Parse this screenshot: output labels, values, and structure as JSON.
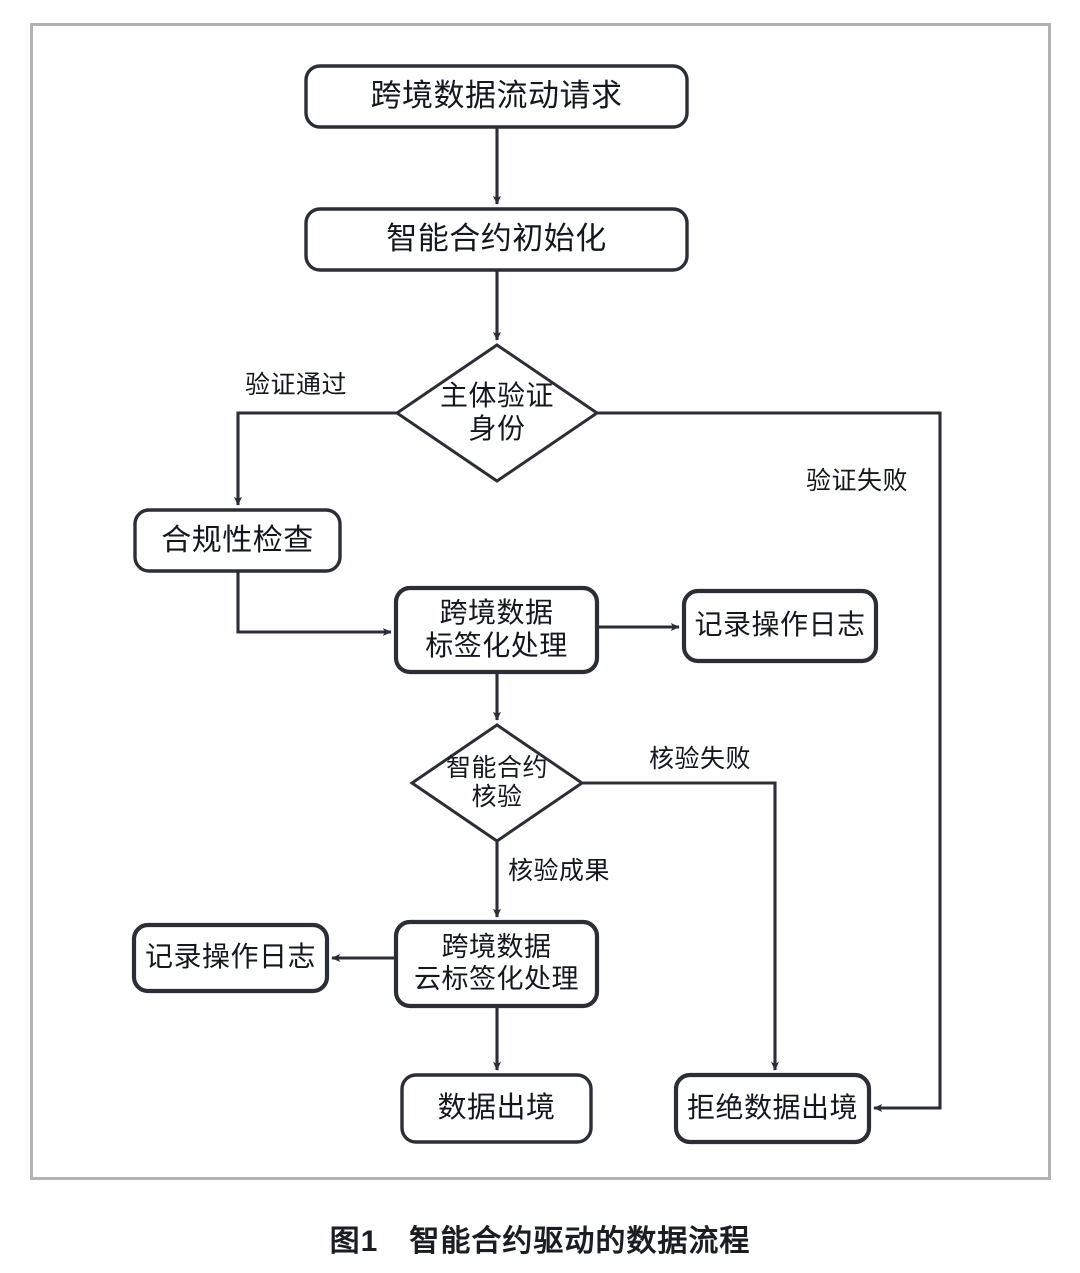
{
  "figure": {
    "caption": "图1　智能合约驱动的数据流程",
    "frame_color": "#b0b2b5",
    "stroke_color": "#2b2f35",
    "text_color": "#14171c",
    "background": "#ffffff"
  },
  "nodes": {
    "request": {
      "label": "跨境数据流动请求",
      "shape": "rounded-rect"
    },
    "contract_init": {
      "label": "智能合约初始化",
      "shape": "rounded-rect"
    },
    "identity_check": {
      "label": "主体验证\n身份",
      "shape": "diamond"
    },
    "compliance_check": {
      "label": "合规性检查",
      "shape": "rounded-rect"
    },
    "tagging": {
      "label": "跨境数据\n标签化处理",
      "shape": "rounded-rect"
    },
    "log_top": {
      "label": "记录操作日志",
      "shape": "rounded-rect"
    },
    "contract_verify": {
      "label": "智能合约\n核验",
      "shape": "diamond"
    },
    "cloud_tagging": {
      "label": "跨境数据\n云标签化处理",
      "shape": "rounded-rect"
    },
    "log_bottom": {
      "label": "记录操作日志",
      "shape": "rounded-rect"
    },
    "data_export": {
      "label": "数据出境",
      "shape": "rounded-rect"
    },
    "data_reject": {
      "label": "拒绝数据出境",
      "shape": "rounded-rect"
    }
  },
  "edge_labels": {
    "verify_pass": "验证通过",
    "verify_fail": "验证失败",
    "check_fail": "核验失败",
    "check_success": "核验成果"
  },
  "chart_data": {
    "type": "diagram",
    "title": "图1　智能合约驱动的数据流程",
    "nodes": [
      {
        "id": "request",
        "text": "跨境数据流动请求",
        "type": "process"
      },
      {
        "id": "contract_init",
        "text": "智能合约初始化",
        "type": "process"
      },
      {
        "id": "identity_check",
        "text": "主体验证身份",
        "type": "decision"
      },
      {
        "id": "compliance_check",
        "text": "合规性检查",
        "type": "process"
      },
      {
        "id": "tagging",
        "text": "跨境数据标签化处理",
        "type": "process"
      },
      {
        "id": "log_top",
        "text": "记录操作日志",
        "type": "process"
      },
      {
        "id": "contract_verify",
        "text": "智能合约核验",
        "type": "decision"
      },
      {
        "id": "cloud_tagging",
        "text": "跨境数据云标签化处理",
        "type": "process"
      },
      {
        "id": "log_bottom",
        "text": "记录操作日志",
        "type": "process"
      },
      {
        "id": "data_export",
        "text": "数据出境",
        "type": "process"
      },
      {
        "id": "data_reject",
        "text": "拒绝数据出境",
        "type": "process"
      }
    ],
    "edges": [
      {
        "from": "request",
        "to": "contract_init",
        "label": ""
      },
      {
        "from": "contract_init",
        "to": "identity_check",
        "label": ""
      },
      {
        "from": "identity_check",
        "to": "compliance_check",
        "label": "验证通过"
      },
      {
        "from": "identity_check",
        "to": "data_reject",
        "label": "验证失败"
      },
      {
        "from": "compliance_check",
        "to": "tagging",
        "label": ""
      },
      {
        "from": "tagging",
        "to": "log_top",
        "label": ""
      },
      {
        "from": "tagging",
        "to": "contract_verify",
        "label": ""
      },
      {
        "from": "contract_verify",
        "to": "data_reject",
        "label": "核验失败"
      },
      {
        "from": "contract_verify",
        "to": "cloud_tagging",
        "label": "核验成果"
      },
      {
        "from": "cloud_tagging",
        "to": "log_bottom",
        "label": ""
      },
      {
        "from": "cloud_tagging",
        "to": "data_export",
        "label": ""
      }
    ]
  }
}
